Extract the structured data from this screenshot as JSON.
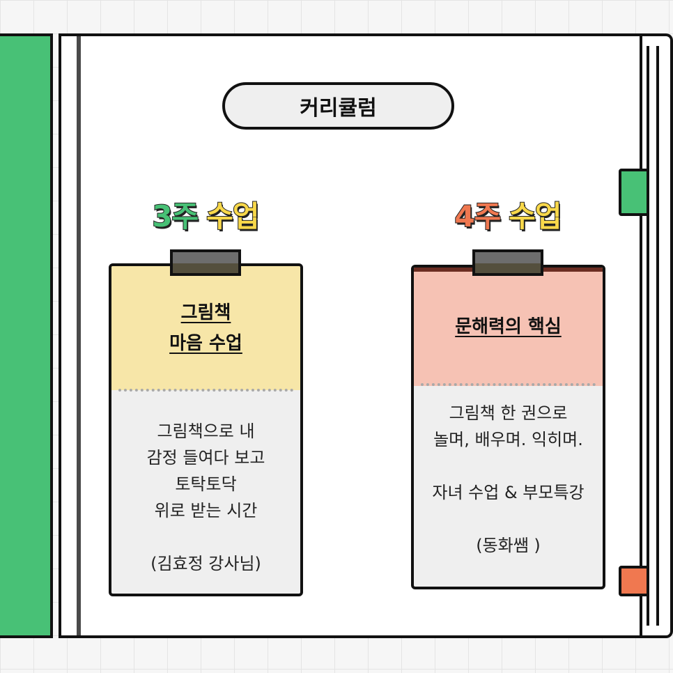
{
  "curriculum": {
    "title": "커리큘럼"
  },
  "weeks": [
    {
      "number": "3주",
      "word": "수업",
      "number_color": "#48c176",
      "card": {
        "title_lines": [
          "그림책",
          "마음 수업"
        ],
        "header_color": "#f7e6a8",
        "body_lines": [
          "그림책으로 내",
          "감정 들여다 보고",
          "토탁토닥",
          "위로 받는 시간",
          "",
          "(김효정 강사님)"
        ]
      }
    },
    {
      "number": "4주",
      "word": "수업",
      "number_color": "#f07850",
      "card": {
        "title_lines": [
          "문해력의 핵심"
        ],
        "header_color": "#f6c2b4",
        "body_lines": [
          "그림책 한 권으로",
          "놀며, 배우며. 익히며.",
          "",
          "자녀 수업 & 부모특강",
          "",
          "(동화쌤 )"
        ]
      }
    }
  ],
  "colors": {
    "green": "#48c176",
    "orange": "#f07850",
    "yellow": "#f8d84a"
  }
}
